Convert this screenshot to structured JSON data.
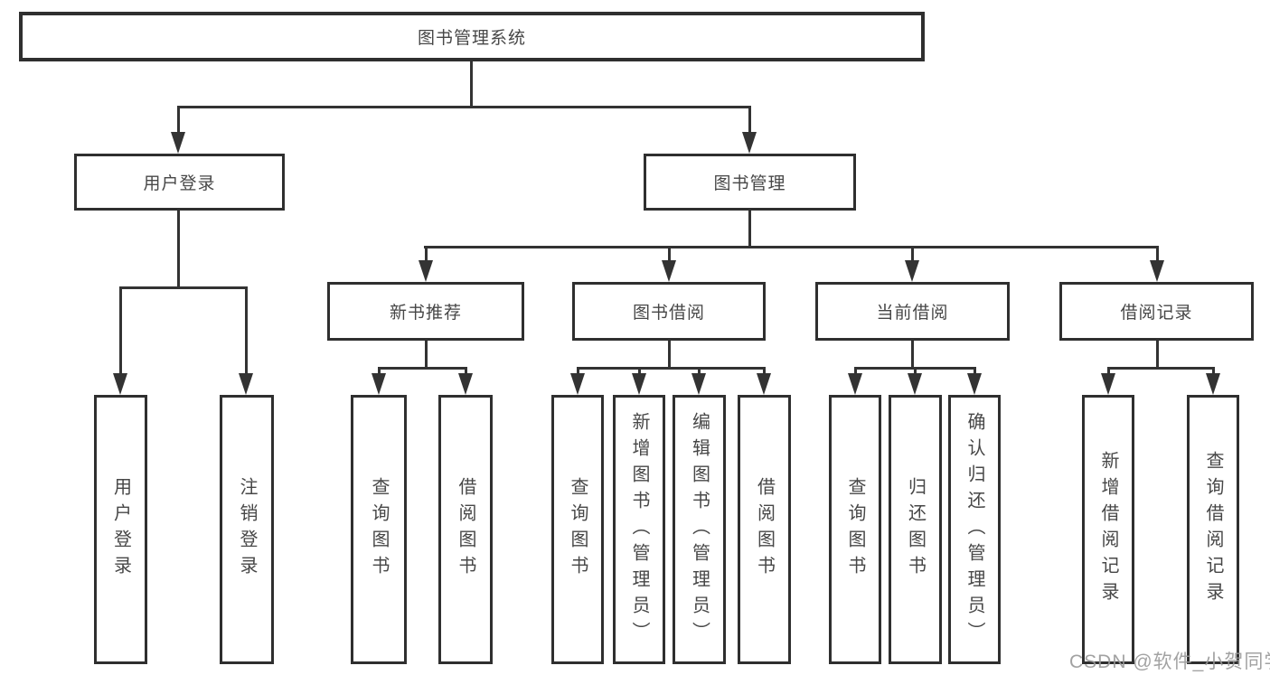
{
  "diagram": {
    "root_label": "图书管理系统",
    "branches": [
      {
        "label": "用户登录",
        "children": [
          "用户登录",
          "注销登录"
        ]
      },
      {
        "label": "图书管理",
        "groups": [
          {
            "label": "新书推荐",
            "children": [
              "查询图书",
              "借阅图书"
            ]
          },
          {
            "label": "图书借阅",
            "children": [
              "查询图书",
              "新增图书（管理员）",
              "编辑图书（管理员）",
              "借阅图书"
            ]
          },
          {
            "label": "当前借阅",
            "children": [
              "查询图书",
              "归还图书",
              "确认归还（管理员）"
            ]
          },
          {
            "label": "借阅记录",
            "children": [
              "新增借阅记录",
              "查询借阅记录"
            ]
          }
        ]
      }
    ]
  },
  "watermark": "CSDN @软件_小贺同学",
  "colors": {
    "line": "#333333",
    "box_border": "#2f2f2f",
    "text": "#474747",
    "watermark": "#989898",
    "background": "#ffffff"
  }
}
